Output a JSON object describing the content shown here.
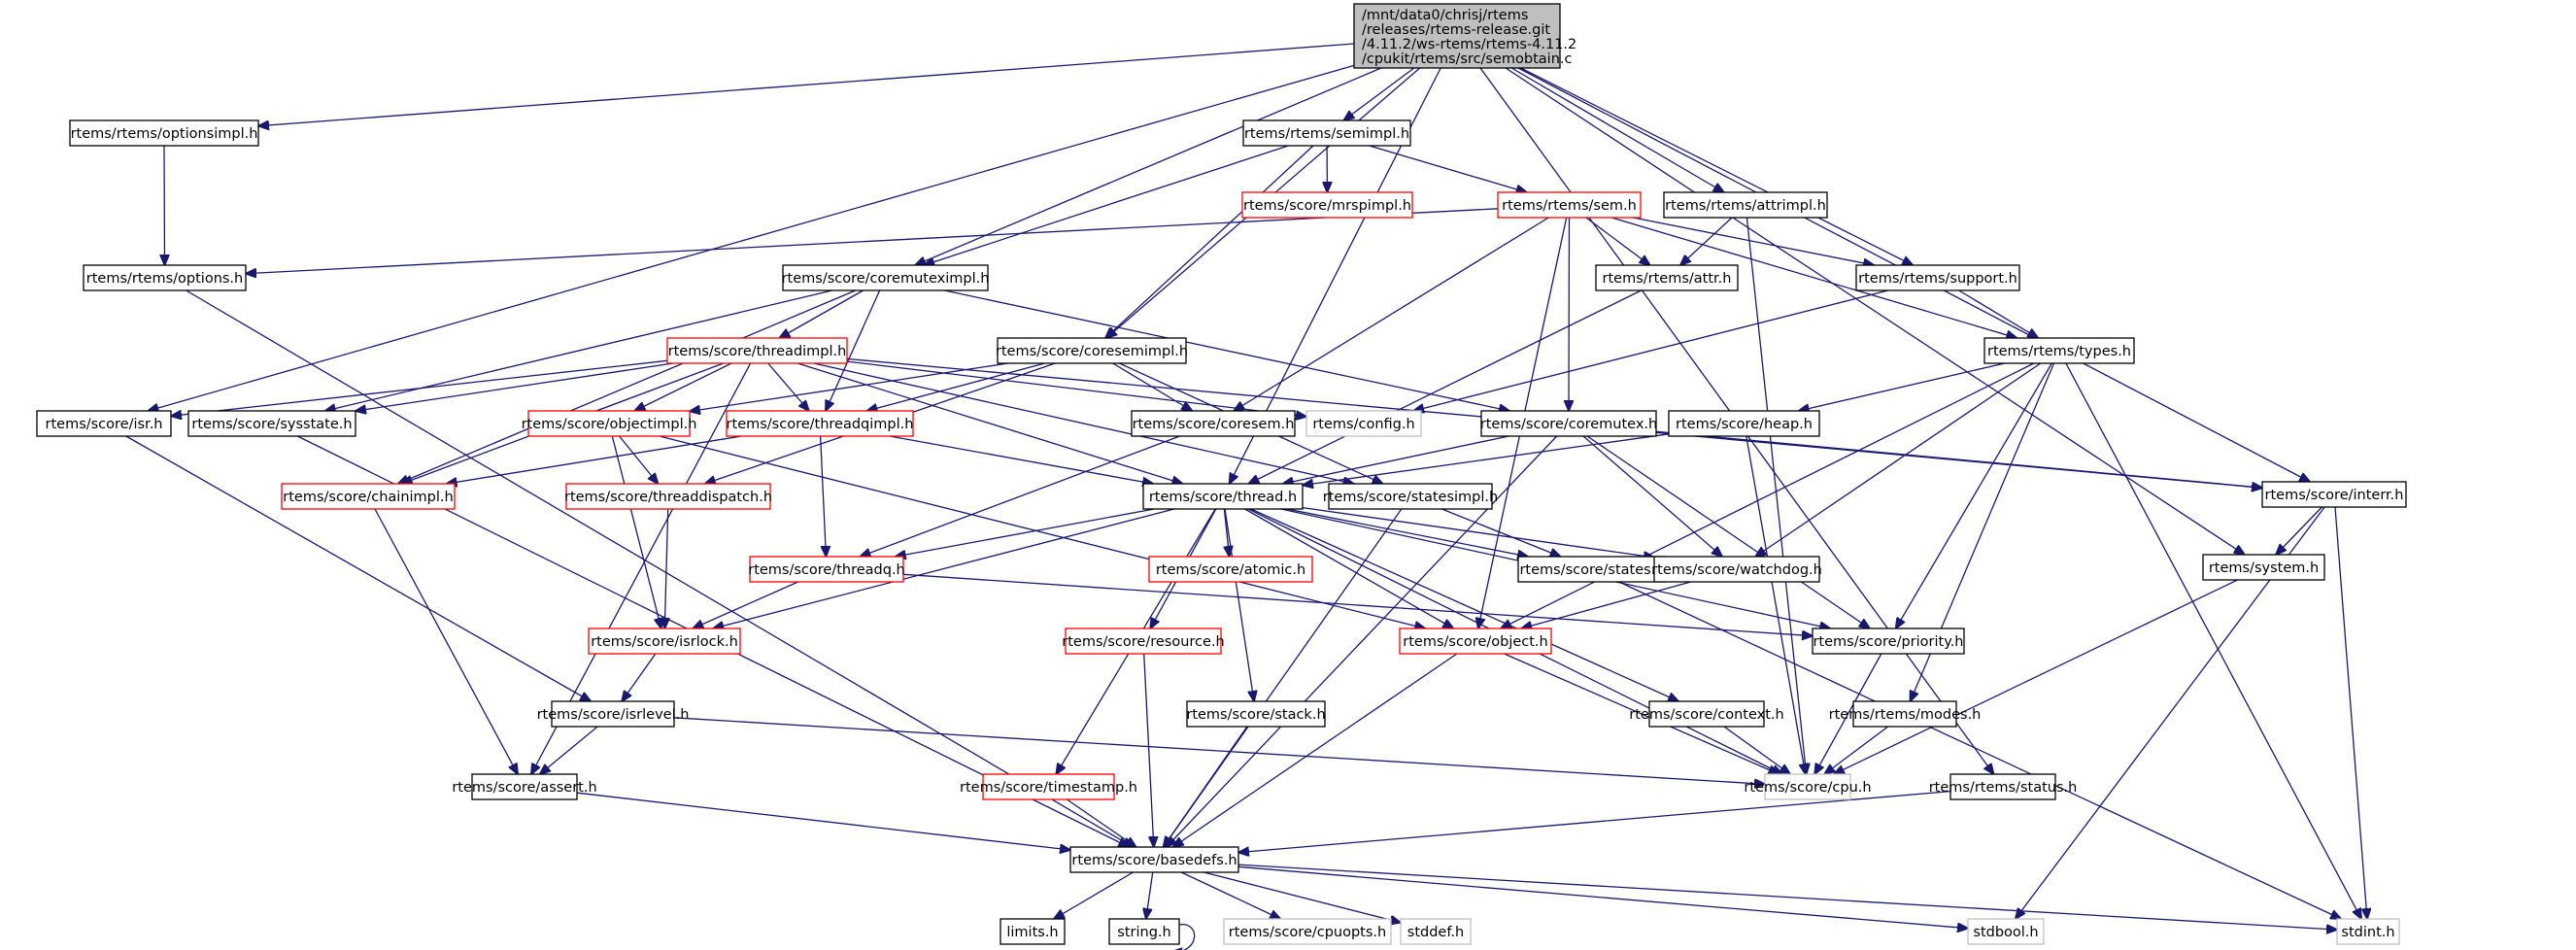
{
  "diagram": {
    "title": "Include dependency graph for semobtain.c",
    "root": {
      "id": "root",
      "lines": [
        "/mnt/data0/chrisj/rtems",
        "/releases/rtems-release.git",
        "/4.11.2/ws-rtems/rtems-4.11.2",
        "/cpukit/rtems/src/semobtain.c"
      ]
    },
    "colors": {
      "edge": "#191970",
      "documented_border": "#000000",
      "undocumented_border": "#ff0000",
      "external_border": "#bfbfbf",
      "root_fill": "#bfbfbf"
    },
    "nodes": [
      {
        "id": "optionsimpl",
        "label": "rtems/rtems/optionsimpl.h",
        "style": "black"
      },
      {
        "id": "semimpl",
        "label": "rtems/rtems/semimpl.h",
        "style": "black"
      },
      {
        "id": "mrspimpl",
        "label": "rtems/score/mrspimpl.h",
        "style": "red"
      },
      {
        "id": "sem",
        "label": "rtems/rtems/sem.h",
        "style": "red"
      },
      {
        "id": "attrimpl",
        "label": "rtems/rtems/attrimpl.h",
        "style": "black"
      },
      {
        "id": "options",
        "label": "rtems/rtems/options.h",
        "style": "black"
      },
      {
        "id": "coremuteximpl",
        "label": "rtems/score/coremuteximpl.h",
        "style": "black"
      },
      {
        "id": "attr",
        "label": "rtems/rtems/attr.h",
        "style": "black"
      },
      {
        "id": "support",
        "label": "rtems/rtems/support.h",
        "style": "black"
      },
      {
        "id": "threadimpl",
        "label": "rtems/score/threadimpl.h",
        "style": "red"
      },
      {
        "id": "coresemimpl",
        "label": "rtems/score/coresemimpl.h",
        "style": "black"
      },
      {
        "id": "types",
        "label": "rtems/rtems/types.h",
        "style": "black"
      },
      {
        "id": "isr",
        "label": "rtems/score/isr.h",
        "style": "black"
      },
      {
        "id": "sysstate",
        "label": "rtems/score/sysstate.h",
        "style": "black"
      },
      {
        "id": "objectimpl",
        "label": "rtems/score/objectimpl.h",
        "style": "red"
      },
      {
        "id": "threadqimpl",
        "label": "rtems/score/threadqimpl.h",
        "style": "red"
      },
      {
        "id": "coresem",
        "label": "rtems/score/coresem.h",
        "style": "black"
      },
      {
        "id": "config",
        "label": "rtems/config.h",
        "style": "gray"
      },
      {
        "id": "coremutex",
        "label": "rtems/score/coremutex.h",
        "style": "black"
      },
      {
        "id": "heap",
        "label": "rtems/score/heap.h",
        "style": "black"
      },
      {
        "id": "interr",
        "label": "rtems/score/interr.h",
        "style": "black"
      },
      {
        "id": "chainimpl",
        "label": "rtems/score/chainimpl.h",
        "style": "red"
      },
      {
        "id": "threaddispatch",
        "label": "rtems/score/threaddispatch.h",
        "style": "red"
      },
      {
        "id": "thread",
        "label": "rtems/score/thread.h",
        "style": "black"
      },
      {
        "id": "statesimpl",
        "label": "rtems/score/statesimpl.h",
        "style": "black"
      },
      {
        "id": "threadq",
        "label": "rtems/score/threadq.h",
        "style": "red"
      },
      {
        "id": "atomic",
        "label": "rtems/score/atomic.h",
        "style": "red"
      },
      {
        "id": "states",
        "label": "rtems/score/states.h",
        "style": "black"
      },
      {
        "id": "watchdog",
        "label": "rtems/score/watchdog.h",
        "style": "black"
      },
      {
        "id": "system",
        "label": "rtems/system.h",
        "style": "black"
      },
      {
        "id": "isrlock",
        "label": "rtems/score/isrlock.h",
        "style": "red"
      },
      {
        "id": "resource",
        "label": "rtems/score/resource.h",
        "style": "red"
      },
      {
        "id": "object",
        "label": "rtems/score/object.h",
        "style": "red"
      },
      {
        "id": "priority",
        "label": "rtems/score/priority.h",
        "style": "black"
      },
      {
        "id": "isrlevel",
        "label": "rtems/score/isrlevel.h",
        "style": "black"
      },
      {
        "id": "stack",
        "label": "rtems/score/stack.h",
        "style": "black"
      },
      {
        "id": "context",
        "label": "rtems/score/context.h",
        "style": "black"
      },
      {
        "id": "modes",
        "label": "rtems/rtems/modes.h",
        "style": "black"
      },
      {
        "id": "assert",
        "label": "rtems/score/assert.h",
        "style": "black"
      },
      {
        "id": "timestamp",
        "label": "rtems/score/timestamp.h",
        "style": "red"
      },
      {
        "id": "cpu",
        "label": "rtems/score/cpu.h",
        "style": "gray"
      },
      {
        "id": "status",
        "label": "rtems/rtems/status.h",
        "style": "black"
      },
      {
        "id": "basedefs",
        "label": "rtems/score/basedefs.h",
        "style": "black"
      },
      {
        "id": "limits",
        "label": "limits.h",
        "style": "black"
      },
      {
        "id": "string",
        "label": "string.h",
        "style": "black"
      },
      {
        "id": "cpuopts",
        "label": "rtems/score/cpuopts.h",
        "style": "gray"
      },
      {
        "id": "stddef",
        "label": "stddef.h",
        "style": "gray"
      },
      {
        "id": "stdbool",
        "label": "stdbool.h",
        "style": "gray"
      },
      {
        "id": "stdint",
        "label": "stdint.h",
        "style": "gray"
      }
    ],
    "edges": [
      [
        "root",
        "optionsimpl"
      ],
      [
        "root",
        "semimpl"
      ],
      [
        "root",
        "attrimpl"
      ],
      [
        "root",
        "isr"
      ],
      [
        "root",
        "coremuteximpl"
      ],
      [
        "root",
        "coresemimpl"
      ],
      [
        "root",
        "support"
      ],
      [
        "root",
        "thread"
      ],
      [
        "root",
        "system"
      ],
      [
        "root",
        "interr"
      ],
      [
        "root",
        "status"
      ],
      [
        "optionsimpl",
        "options"
      ],
      [
        "semimpl",
        "mrspimpl"
      ],
      [
        "semimpl",
        "sem"
      ],
      [
        "semimpl",
        "coremuteximpl"
      ],
      [
        "semimpl",
        "coresemimpl"
      ],
      [
        "sem",
        "options"
      ],
      [
        "sem",
        "attr"
      ],
      [
        "sem",
        "support"
      ],
      [
        "sem",
        "types"
      ],
      [
        "sem",
        "coresem"
      ],
      [
        "sem",
        "coremutex"
      ],
      [
        "sem",
        "object"
      ],
      [
        "attrimpl",
        "attr"
      ],
      [
        "attrimpl",
        "cpu"
      ],
      [
        "options",
        "basedefs"
      ],
      [
        "coremuteximpl",
        "threadimpl"
      ],
      [
        "coremuteximpl",
        "threadqimpl"
      ],
      [
        "coremuteximpl",
        "coremutex"
      ],
      [
        "coremuteximpl",
        "sysstate"
      ],
      [
        "coremuteximpl",
        "chainimpl"
      ],
      [
        "attr",
        "thread"
      ],
      [
        "support",
        "types"
      ],
      [
        "support",
        "config"
      ],
      [
        "threadimpl",
        "isr"
      ],
      [
        "threadimpl",
        "sysstate"
      ],
      [
        "threadimpl",
        "objectimpl"
      ],
      [
        "threadimpl",
        "threadqimpl"
      ],
      [
        "threadimpl",
        "chainimpl"
      ],
      [
        "threadimpl",
        "config"
      ],
      [
        "threadimpl",
        "thread"
      ],
      [
        "threadimpl",
        "statesimpl"
      ],
      [
        "threadimpl",
        "interr"
      ],
      [
        "threadimpl",
        "assert"
      ],
      [
        "coresemimpl",
        "coresem"
      ],
      [
        "coresemimpl",
        "threadqimpl"
      ],
      [
        "coresemimpl",
        "objectimpl"
      ],
      [
        "coresemimpl",
        "threaddispatch"
      ],
      [
        "coresemimpl",
        "statesimpl"
      ],
      [
        "types",
        "heap"
      ],
      [
        "types",
        "watchdog"
      ],
      [
        "types",
        "object"
      ],
      [
        "types",
        "priority"
      ],
      [
        "types",
        "modes"
      ],
      [
        "types",
        "stdint"
      ],
      [
        "isr",
        "isrlevel"
      ],
      [
        "sysstate",
        "basedefs"
      ],
      [
        "objectimpl",
        "threaddispatch"
      ],
      [
        "objectimpl",
        "isrlock"
      ],
      [
        "objectimpl",
        "object"
      ],
      [
        "threadqimpl",
        "chainimpl"
      ],
      [
        "threadqimpl",
        "thread"
      ],
      [
        "threadqimpl",
        "threadq"
      ],
      [
        "coresem",
        "threadq"
      ],
      [
        "coremutex",
        "thread"
      ],
      [
        "coremutex",
        "watchdog"
      ],
      [
        "coremutex",
        "interr"
      ],
      [
        "coremutex",
        "priority"
      ],
      [
        "coremutex",
        "basedefs"
      ],
      [
        "heap",
        "thread"
      ],
      [
        "heap",
        "cpu"
      ],
      [
        "interr",
        "system"
      ],
      [
        "interr",
        "stdbool"
      ],
      [
        "interr",
        "stdint"
      ],
      [
        "chainimpl",
        "assert"
      ],
      [
        "threaddispatch",
        "isrlock"
      ],
      [
        "thread",
        "threadq"
      ],
      [
        "thread",
        "atomic"
      ],
      [
        "thread",
        "states"
      ],
      [
        "thread",
        "watchdog"
      ],
      [
        "thread",
        "isrlock"
      ],
      [
        "thread",
        "resource"
      ],
      [
        "thread",
        "object"
      ],
      [
        "thread",
        "priority"
      ],
      [
        "thread",
        "stack"
      ],
      [
        "thread",
        "context"
      ],
      [
        "thread",
        "timestamp"
      ],
      [
        "thread",
        "cpu"
      ],
      [
        "statesimpl",
        "states"
      ],
      [
        "statesimpl",
        "basedefs"
      ],
      [
        "threadq",
        "isrlock"
      ],
      [
        "threadq",
        "priority"
      ],
      [
        "states",
        "stdint"
      ],
      [
        "watchdog",
        "object"
      ],
      [
        "system",
        "cpu"
      ],
      [
        "isrlock",
        "isrlevel"
      ],
      [
        "resource",
        "basedefs"
      ],
      [
        "object",
        "basedefs"
      ],
      [
        "object",
        "cpu"
      ],
      [
        "priority",
        "cpu"
      ],
      [
        "isrlevel",
        "assert"
      ],
      [
        "isrlevel",
        "cpu"
      ],
      [
        "stack",
        "basedefs"
      ],
      [
        "context",
        "cpu"
      ],
      [
        "modes",
        "cpu"
      ],
      [
        "assert",
        "basedefs"
      ],
      [
        "timestamp",
        "basedefs"
      ],
      [
        "status",
        "basedefs"
      ],
      [
        "basedefs",
        "limits"
      ],
      [
        "basedefs",
        "string"
      ],
      [
        "basedefs",
        "cpuopts"
      ],
      [
        "basedefs",
        "stddef"
      ],
      [
        "basedefs",
        "stdbool"
      ],
      [
        "basedefs",
        "stdint"
      ],
      [
        "string",
        "string"
      ]
    ]
  }
}
